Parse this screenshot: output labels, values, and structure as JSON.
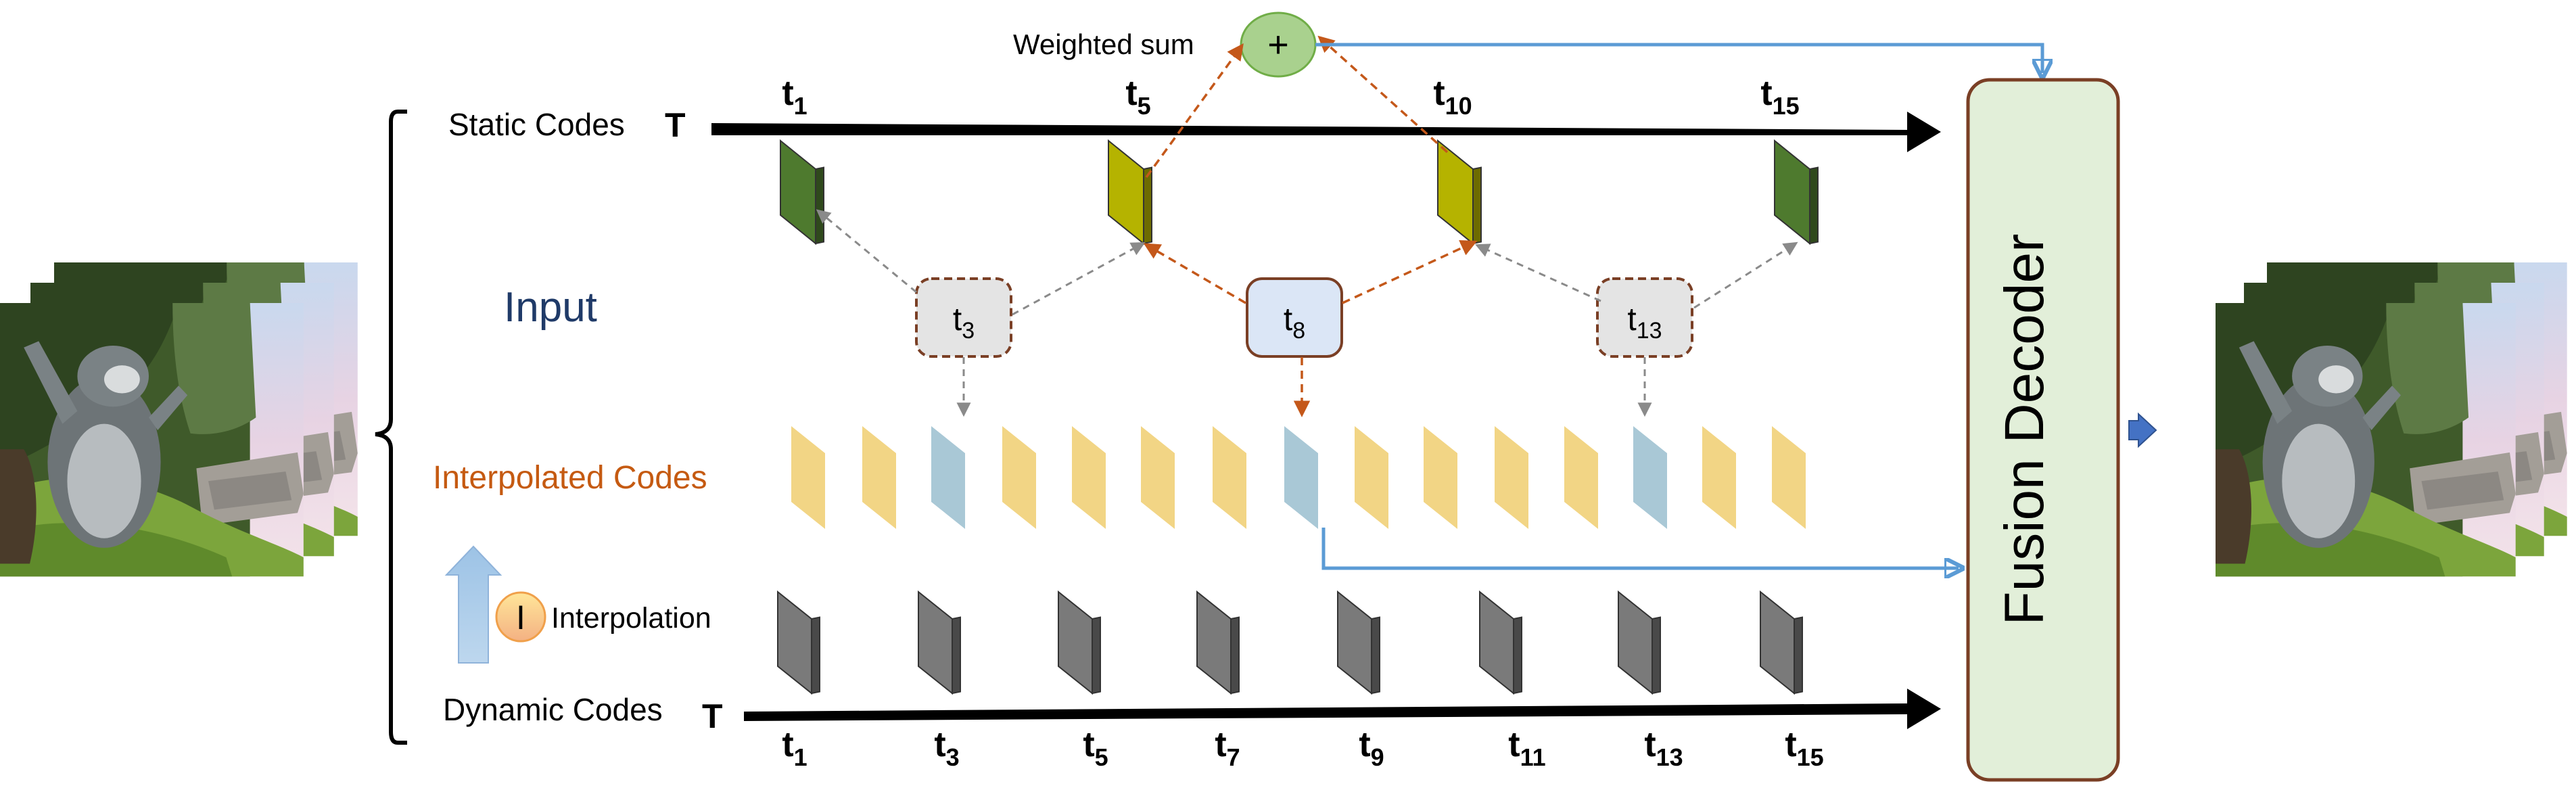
{
  "labels": {
    "static_codes": "Static Codes",
    "dynamic_codes": "Dynamic Codes",
    "time_axis_symbol": "T",
    "input": "Input",
    "interpolated_codes": "Interpolated Codes",
    "interpolation": "Interpolation",
    "interpolation_glyph": "I",
    "weighted_sum": "Weighted sum",
    "plus_symbol": "+",
    "fusion_decoder": "Fusion Decoder"
  },
  "static_timeline": {
    "ticks": [
      {
        "base": "t",
        "sub": "1"
      },
      {
        "base": "t",
        "sub": "5"
      },
      {
        "base": "t",
        "sub": "10"
      },
      {
        "base": "t",
        "sub": "15"
      }
    ]
  },
  "dynamic_timeline": {
    "ticks": [
      {
        "base": "t",
        "sub": "1"
      },
      {
        "base": "t",
        "sub": "3"
      },
      {
        "base": "t",
        "sub": "5"
      },
      {
        "base": "t",
        "sub": "7"
      },
      {
        "base": "t",
        "sub": "9"
      },
      {
        "base": "t",
        "sub": "11"
      },
      {
        "base": "t",
        "sub": "13"
      },
      {
        "base": "t",
        "sub": "15"
      }
    ]
  },
  "input_nodes": [
    {
      "base": "t",
      "sub": "3",
      "style": "dashed"
    },
    {
      "base": "t",
      "sub": "8",
      "style": "solid"
    },
    {
      "base": "t",
      "sub": "13",
      "style": "dashed"
    }
  ],
  "colors": {
    "static_dark_green": "#4e7a2e",
    "static_yellow_green": "#b5b300",
    "interpolated_yellow": "#f2d585",
    "interpolated_blue": "#a9c8d6",
    "dynamic_gray": "#7a7a7a",
    "input_dashed_fill": "#e4e4e4",
    "input_solid_fill": "#dbe6f6",
    "input_border": "#7a3f25",
    "orange_arrow": "#c4581a",
    "gray_arrow": "#8a8a8a",
    "blue_arrow": "#5b9bd5",
    "fusion_fill": "#e2efd9",
    "fusion_border": "#7a3f25",
    "sum_fill": "#a9d18e",
    "title_navy": "#1f3a68",
    "interp_label_orange": "#c55a11"
  }
}
